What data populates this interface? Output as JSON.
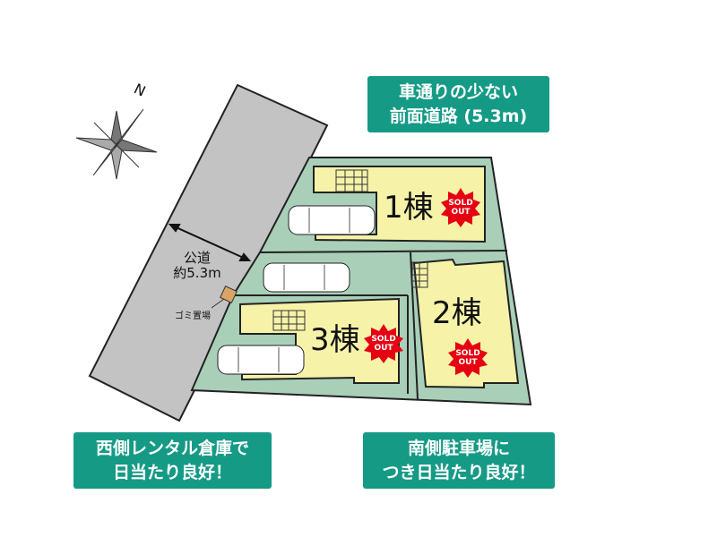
{
  "callouts": {
    "front_road": [
      "車通りの少ない",
      "前面道路 (5.3m)"
    ],
    "west": [
      "西側レンタル倉庫で",
      "日当たり良好！"
    ],
    "south": [
      "南側駐車場に",
      "つき日当たり良好！"
    ]
  },
  "road": {
    "label": "公道",
    "width": "約5.3m"
  },
  "garbage": {
    "label": "ゴミ置場"
  },
  "compass": {
    "north": "N"
  },
  "lots": [
    {
      "number": "1",
      "suffix": "棟",
      "status": "SOLD OUT"
    },
    {
      "number": "2",
      "suffix": "棟",
      "status": "SOLD OUT"
    },
    {
      "number": "3",
      "suffix": "棟",
      "status": "SOLD OUT"
    }
  ],
  "sold_badge": {
    "line1": "SOLD",
    "line2": "OUT"
  },
  "colors": {
    "lot": "#a9cfb9",
    "house": "#f6f3a9",
    "road": "#c3c3c3",
    "callout": "#159a86",
    "badge": "#e60012"
  }
}
